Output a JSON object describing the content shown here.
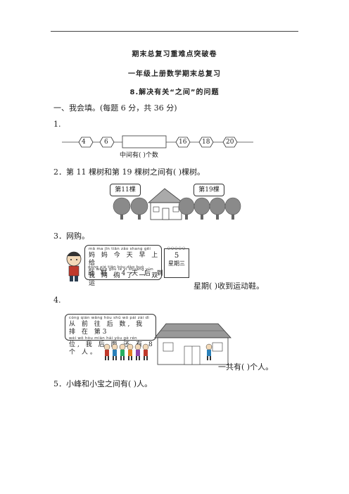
{
  "header": {
    "title1": "期末总复习重难点突破卷",
    "title2": "一年级上册数学期末总复习",
    "title3": "8.解决有关“之间”的问题"
  },
  "section1": {
    "heading": "一、我会填。(每题 6 分，共 36 分)"
  },
  "q1": {
    "number": "1.",
    "numbers": [
      "4",
      "6",
      "16",
      "18",
      "20"
    ],
    "caption": "中间有(      )个数"
  },
  "q2": {
    "text": "2．第 11 棵树和第 19 棵树之间有(      )棵树。",
    "sign_left": "第11棵",
    "sign_right": "第19棵"
  },
  "q3": {
    "text": "3．网购。",
    "pinyin": [
      "mā  ma  jīn  tiān  zǎo shang gěi",
      "wǒ wǎng gòu   le    yì shuāng yùn",
      "dòng xié          tiān hòu dào  huò"
    ],
    "hanzi": [
      "妈 妈 今 天 早 上 给",
      "我 网 购 了 一 双 运",
      "动 鞋 , 4 天 后 到 货。"
    ],
    "calendar_day": "5",
    "calendar_week": "星期三",
    "answer": "星期(      )收到运动鞋。"
  },
  "q4": {
    "number": "4.",
    "pinyin": [
      "cóng qián wǎng hòu shǔ    wǒ  pái  zài  dì",
      "wèi  wǒ hòu miàn hái  yǒu       gè  rén"
    ],
    "hanzi": [
      "从 前 往 后 数, 我 排 在 第3",
      "位, 我 后 面 还 有 8 个 人。"
    ],
    "answer": "一共有(      )个人。"
  },
  "q5": {
    "text": "5．小峰和小宝之间有(      )人。"
  }
}
